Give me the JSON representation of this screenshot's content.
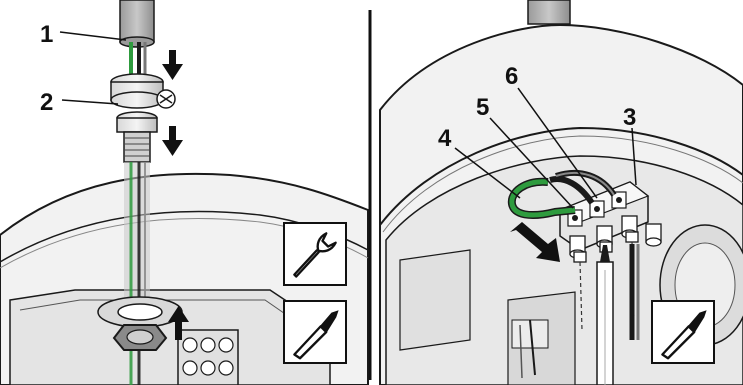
{
  "figure": {
    "left_panel": {
      "callouts": [
        {
          "id": "cable",
          "label": "1"
        },
        {
          "id": "cable-gland",
          "label": "2"
        }
      ],
      "tools": [
        "wrench-icon",
        "flat-screwdriver-icon"
      ]
    },
    "right_panel": {
      "callouts": [
        {
          "id": "terminal-block",
          "label": "3"
        },
        {
          "id": "earth-terminal",
          "label": "4"
        },
        {
          "id": "neutral-terminal",
          "label": "5"
        },
        {
          "id": "phase-terminal",
          "label": "6"
        }
      ],
      "tools": [
        "flat-screwdriver-icon"
      ]
    },
    "colors": {
      "housing": "#f2f2f2",
      "outline": "#1a1a1a",
      "cable_sleeve": "#b3b3b3",
      "wire_green": "#2e9b3e",
      "wire_black": "#1a1a1a",
      "arrow": "#111111"
    }
  }
}
